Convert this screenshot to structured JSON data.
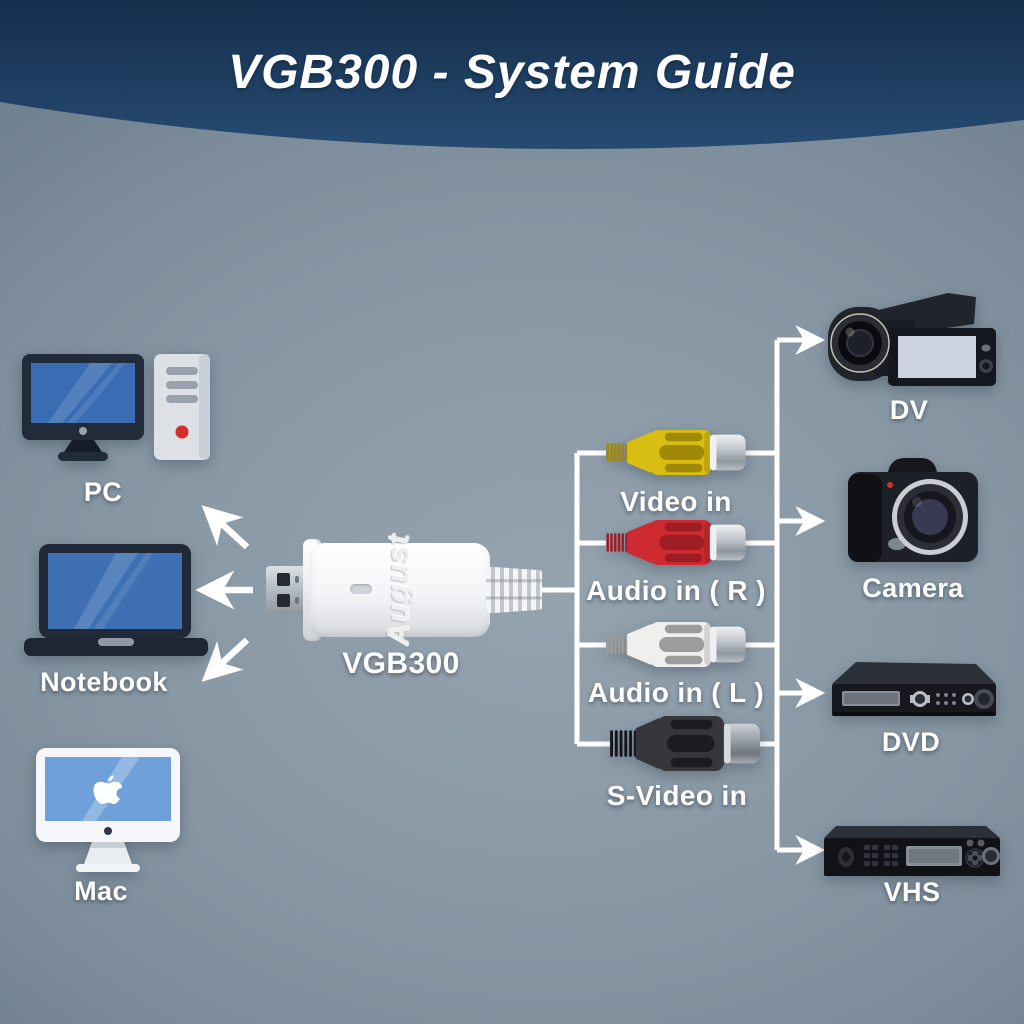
{
  "header": {
    "title": "VGB300 - System Guide",
    "bg_color": "#1e3c5f",
    "text_color": "#ffffff"
  },
  "adapter": {
    "brand": "August",
    "model": "VGB300"
  },
  "computers": [
    {
      "label": "PC"
    },
    {
      "label": "Notebook"
    },
    {
      "label": "Mac"
    }
  ],
  "connectors": [
    {
      "label": "Video in",
      "color": "#d8bd12",
      "dark": "#a08908"
    },
    {
      "label": "Audio in ( R )",
      "color": "#cd2a31",
      "dark": "#9e1d24"
    },
    {
      "label": "Audio in ( L )",
      "color": "#efefed",
      "dark": "#9c9c9a"
    },
    {
      "label": "S-Video in",
      "color": "#35373c",
      "dark": "#1b1c21"
    }
  ],
  "av_devices": [
    {
      "label": "DV"
    },
    {
      "label": "Camera"
    },
    {
      "label": "DVD"
    },
    {
      "label": "VHS"
    }
  ],
  "line_color": "#ffffff"
}
